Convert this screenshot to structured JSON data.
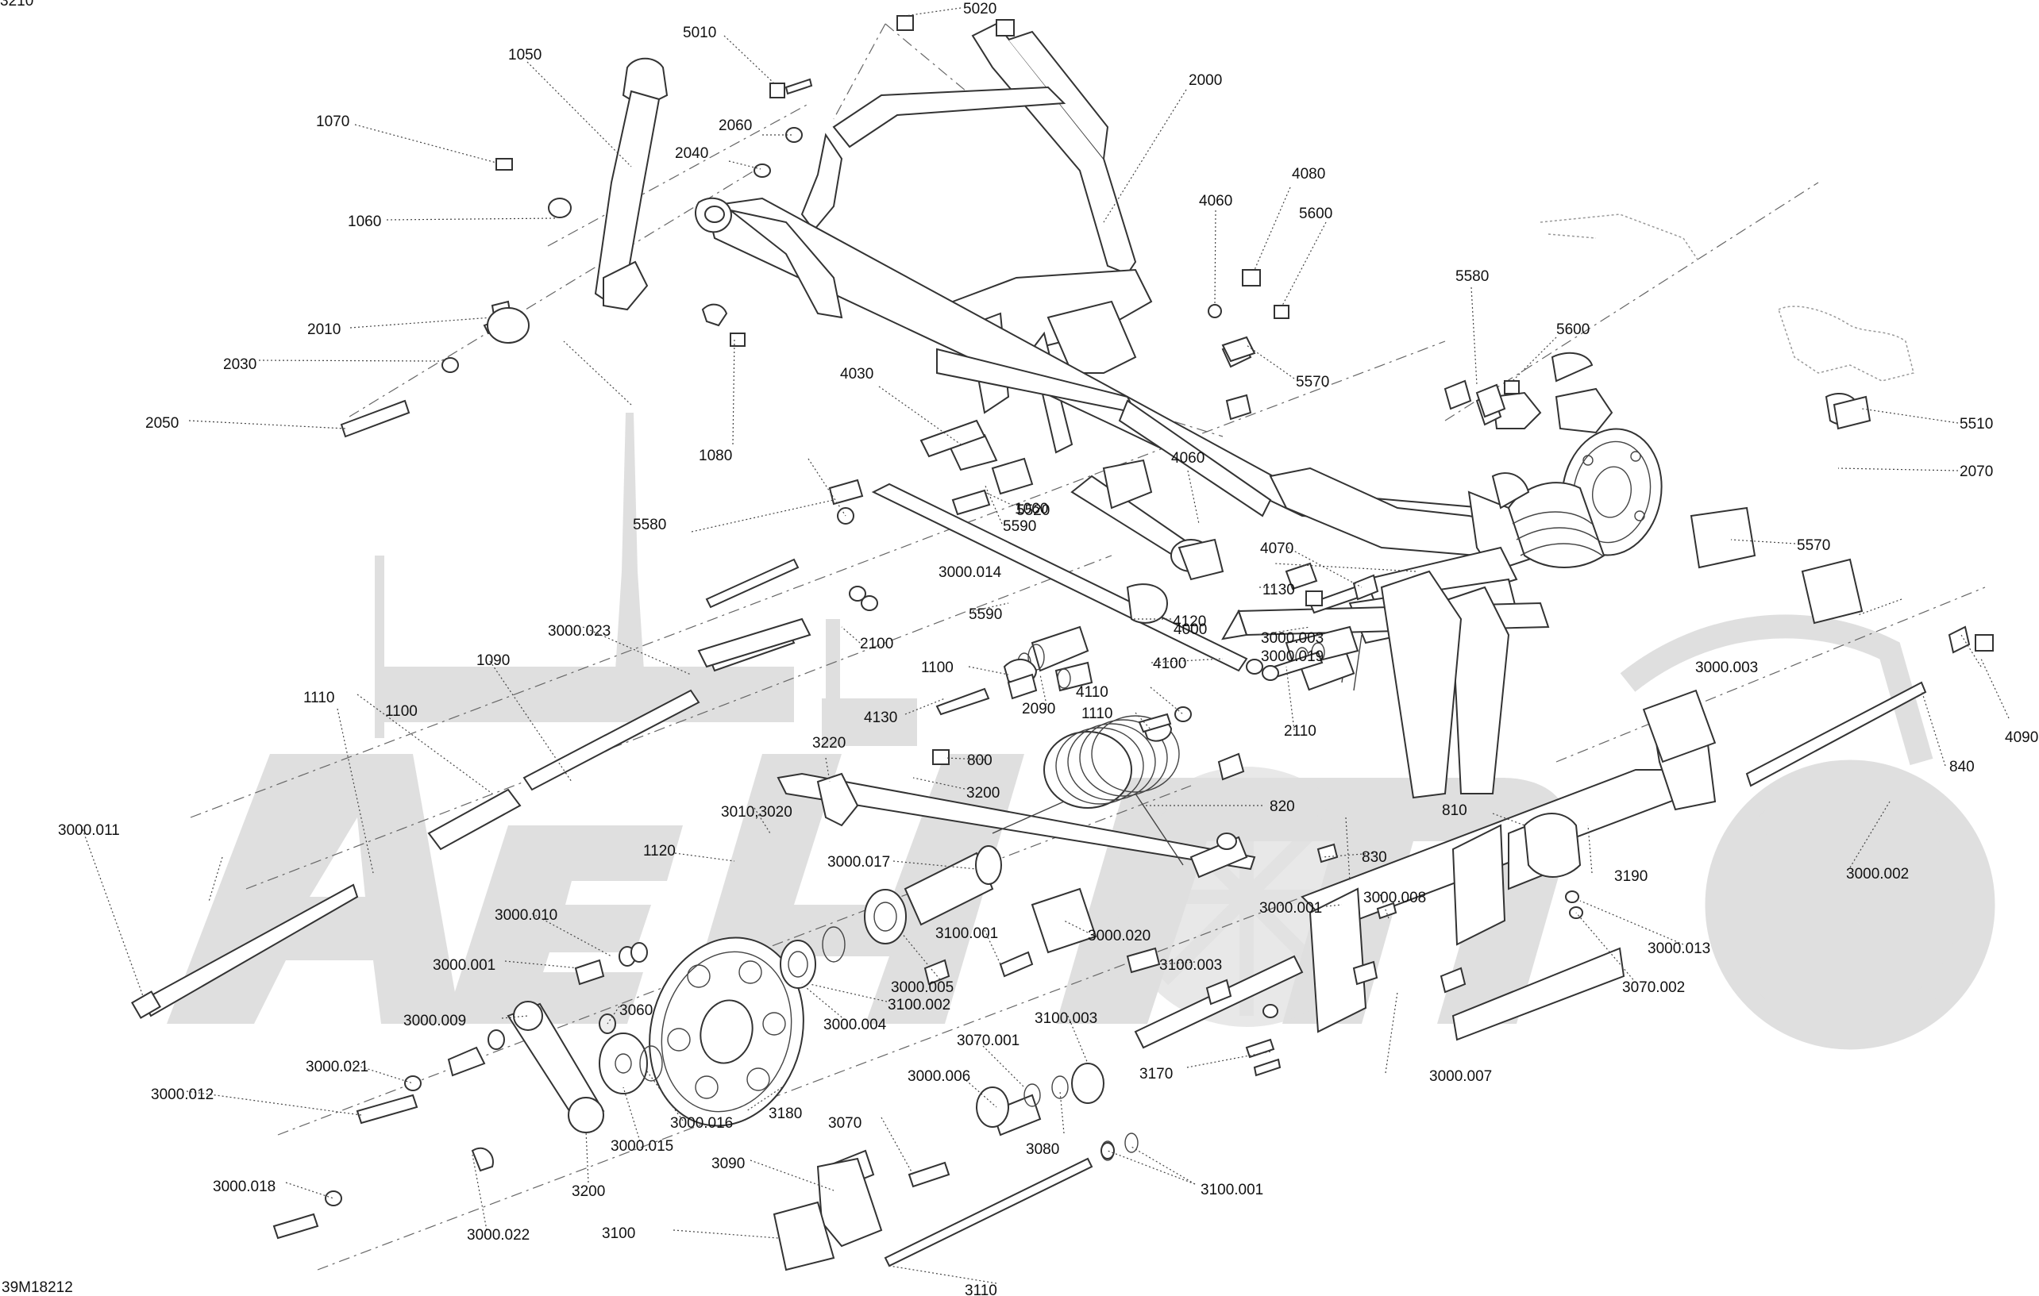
{
  "diagram": {
    "code": "39M18212",
    "watermark": "",
    "colors": {
      "line": "#333333",
      "leader": "#444444",
      "watermark": "#dcdcdc",
      "background": "#ffffff"
    },
    "callouts": [
      {
        "text": "5020"
      },
      {
        "text": "5010"
      },
      {
        "text": "1050"
      },
      {
        "text": "2000"
      },
      {
        "text": "1070"
      },
      {
        "text": "2060"
      },
      {
        "text": "2040"
      },
      {
        "text": "4080"
      },
      {
        "text": "4060"
      },
      {
        "text": "5600"
      },
      {
        "text": "1060"
      },
      {
        "text": "5580"
      },
      {
        "text": "5600"
      },
      {
        "text": "2010"
      },
      {
        "text": "2030"
      },
      {
        "text": "5570"
      },
      {
        "text": "4030"
      },
      {
        "text": "2050"
      },
      {
        "text": "1060"
      },
      {
        "text": "5510"
      },
      {
        "text": "1080"
      },
      {
        "text": "4060"
      },
      {
        "text": "2070"
      },
      {
        "text": "5520"
      },
      {
        "text": "5580"
      },
      {
        "text": "5590"
      },
      {
        "text": "4070"
      },
      {
        "text": "5570"
      },
      {
        "text": "3000.014"
      },
      {
        "text": "1130"
      },
      {
        "text": "5590"
      },
      {
        "text": "4120"
      },
      {
        "text": "3000.023"
      },
      {
        "text": "4000"
      },
      {
        "text": "3000.003"
      },
      {
        "text": "1100"
      },
      {
        "text": "4100"
      },
      {
        "text": "1090"
      },
      {
        "text": "2100"
      },
      {
        "text": "3000.003"
      },
      {
        "text": "1110"
      },
      {
        "text": "3000.019"
      },
      {
        "text": "4110"
      },
      {
        "text": "1100"
      },
      {
        "text": "2090"
      },
      {
        "text": "1110"
      },
      {
        "text": "4130"
      },
      {
        "text": "2110"
      },
      {
        "text": "4090"
      },
      {
        "text": "3220"
      },
      {
        "text": "800"
      },
      {
        "text": "840"
      },
      {
        "text": "3200"
      },
      {
        "text": "820"
      },
      {
        "text": "3010,3020"
      },
      {
        "text": "810"
      },
      {
        "text": "3000.011"
      },
      {
        "text": "1120"
      },
      {
        "text": "830"
      },
      {
        "text": "3000.017"
      },
      {
        "text": "3000.002"
      },
      {
        "text": "3190"
      },
      {
        "text": "3000.008"
      },
      {
        "text": "3000.001"
      },
      {
        "text": "3000.010"
      },
      {
        "text": "3100.001"
      },
      {
        "text": "3000.020"
      },
      {
        "text": "3000.013"
      },
      {
        "text": "3000.001"
      },
      {
        "text": "3100.003"
      },
      {
        "text": "3000.005"
      },
      {
        "text": "3060"
      },
      {
        "text": "3100.002"
      },
      {
        "text": "3070.002"
      },
      {
        "text": "3000.009"
      },
      {
        "text": "3100.003"
      },
      {
        "text": "3000.004"
      },
      {
        "text": "3070.001"
      },
      {
        "text": "3000.021"
      },
      {
        "text": "3170"
      },
      {
        "text": "3000.007"
      },
      {
        "text": "3000.006"
      },
      {
        "text": "3000.012"
      },
      {
        "text": "3180"
      },
      {
        "text": "3070"
      },
      {
        "text": "3000.016"
      },
      {
        "text": "3080"
      },
      {
        "text": "3000.015"
      },
      {
        "text": "3090"
      },
      {
        "text": "3000.018"
      },
      {
        "text": "3100.001"
      },
      {
        "text": "3200"
      },
      {
        "text": "3100"
      },
      {
        "text": "3000.022"
      },
      {
        "text": "3110"
      },
      {
        "text": "3210"
      }
    ]
  }
}
